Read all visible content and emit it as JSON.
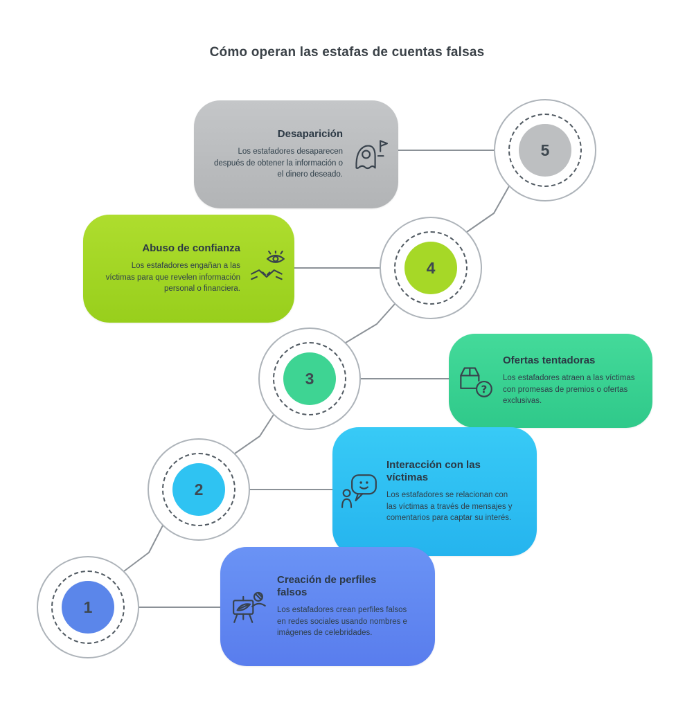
{
  "title": "Cómo operan las estafas de cuentas falsas",
  "colors": {
    "background": "#ffffff",
    "line": "#8b9197",
    "ring_border": "#adb3b9",
    "dashed_ring": "#515a62",
    "number_text": "#3e4850",
    "card_text": "#2b3844"
  },
  "steps": [
    {
      "number": "1",
      "title": "Creación de perfiles falsos",
      "description": "Los estafadores crean perfiles falsos en redes sociales usando nombres e imágenes de celebridades.",
      "icon": "easel-portrait-icon",
      "circle_color": "#5b86ea",
      "card_top": "#6a93f5",
      "card_bottom": "#597ded"
    },
    {
      "number": "2",
      "title": "Interacción con las víctimas",
      "description": "Los estafadores se relacionan con las víctimas a través de mensajes y comentarios para captar su interés.",
      "icon": "chat-person-icon",
      "circle_color": "#2fc3f2",
      "card_top": "#38caf6",
      "card_bottom": "#25b4ee"
    },
    {
      "number": "3",
      "title": "Ofertas tentadoras",
      "description": "Los estafadores atraen a las víctimas con promesas de premios o ofertas exclusivas.",
      "icon": "package-question-icon",
      "circle_color": "#3ed493",
      "card_top": "#44da9a",
      "card_bottom": "#2fc98a"
    },
    {
      "number": "4",
      "title": "Abuso de confianza",
      "description": "Los estafadores engañan a las víctimas para que revelen información personal o financiera.",
      "icon": "eye-handshake-icon",
      "circle_color": "#a6d827",
      "card_top": "#aedd2e",
      "card_bottom": "#98cf1c"
    },
    {
      "number": "5",
      "title": "Desaparición",
      "description": "Los estafadores desaparecen después de obtener la información o el dinero deseado.",
      "icon": "disappear-ghost-icon",
      "circle_color": "#bdbfc1",
      "card_top": "#c4c6c8",
      "card_bottom": "#b2b4b6"
    }
  ]
}
